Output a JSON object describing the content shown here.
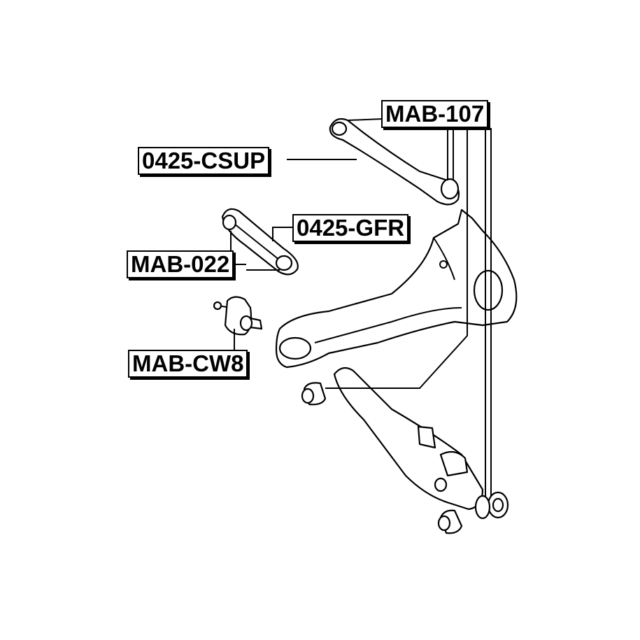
{
  "labels": {
    "mab107": "MAB-107",
    "csup": "0425-CSUP",
    "gfr": "0425-GFR",
    "mab022": "MAB-022",
    "cw8": "MAB-CW8"
  }
}
